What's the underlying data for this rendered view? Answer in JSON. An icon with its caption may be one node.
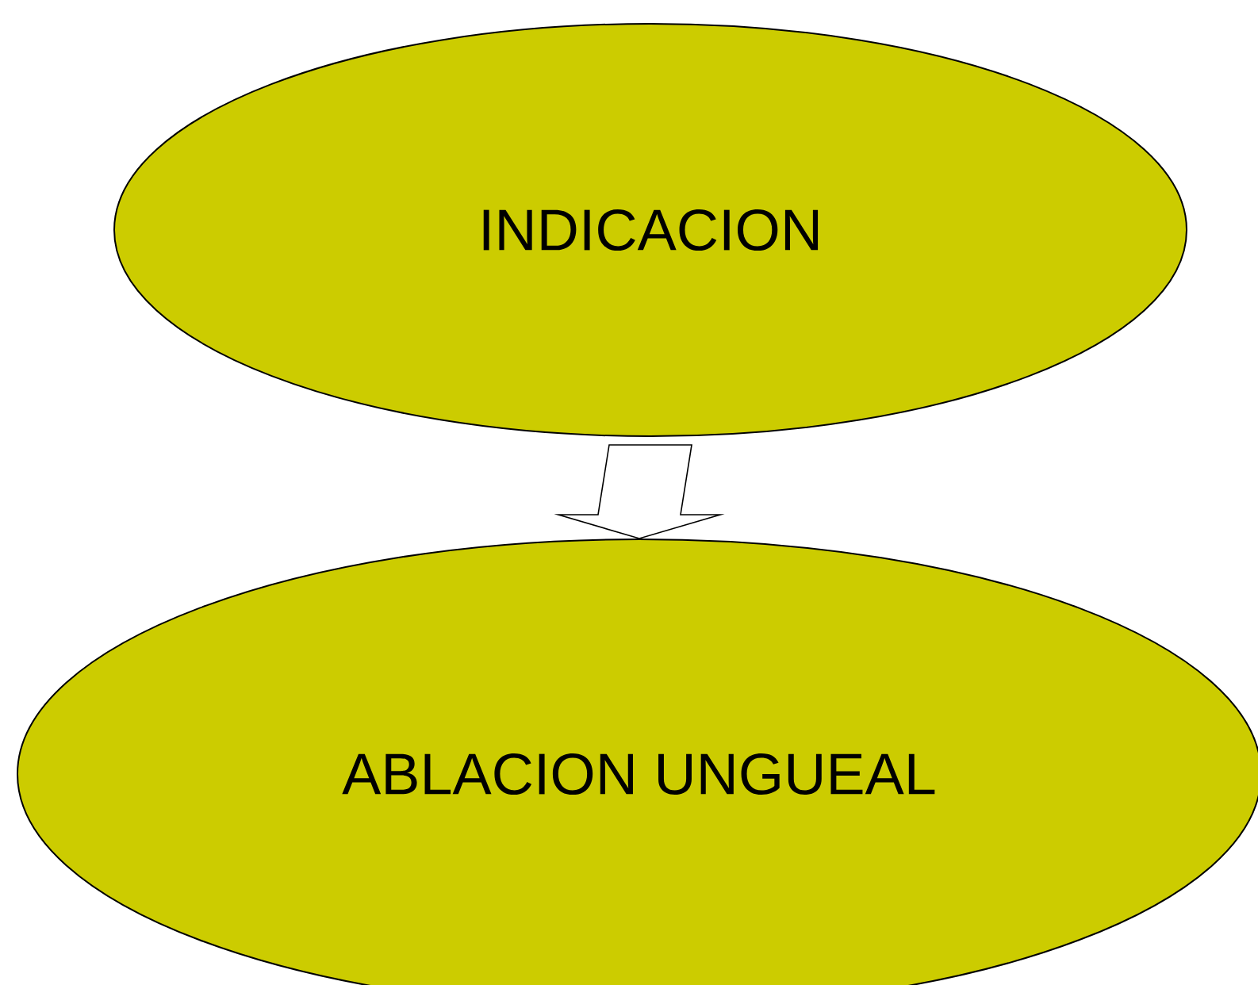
{
  "diagram": {
    "nodes": [
      {
        "text": [
          "INDICACION"
        ]
      },
      {
        "text": [
          "ABLACION UNGUEAL"
        ]
      }
    ],
    "edges": [
      {
        "from": 0,
        "to": 1,
        "arrow": "to"
      }
    ]
  }
}
